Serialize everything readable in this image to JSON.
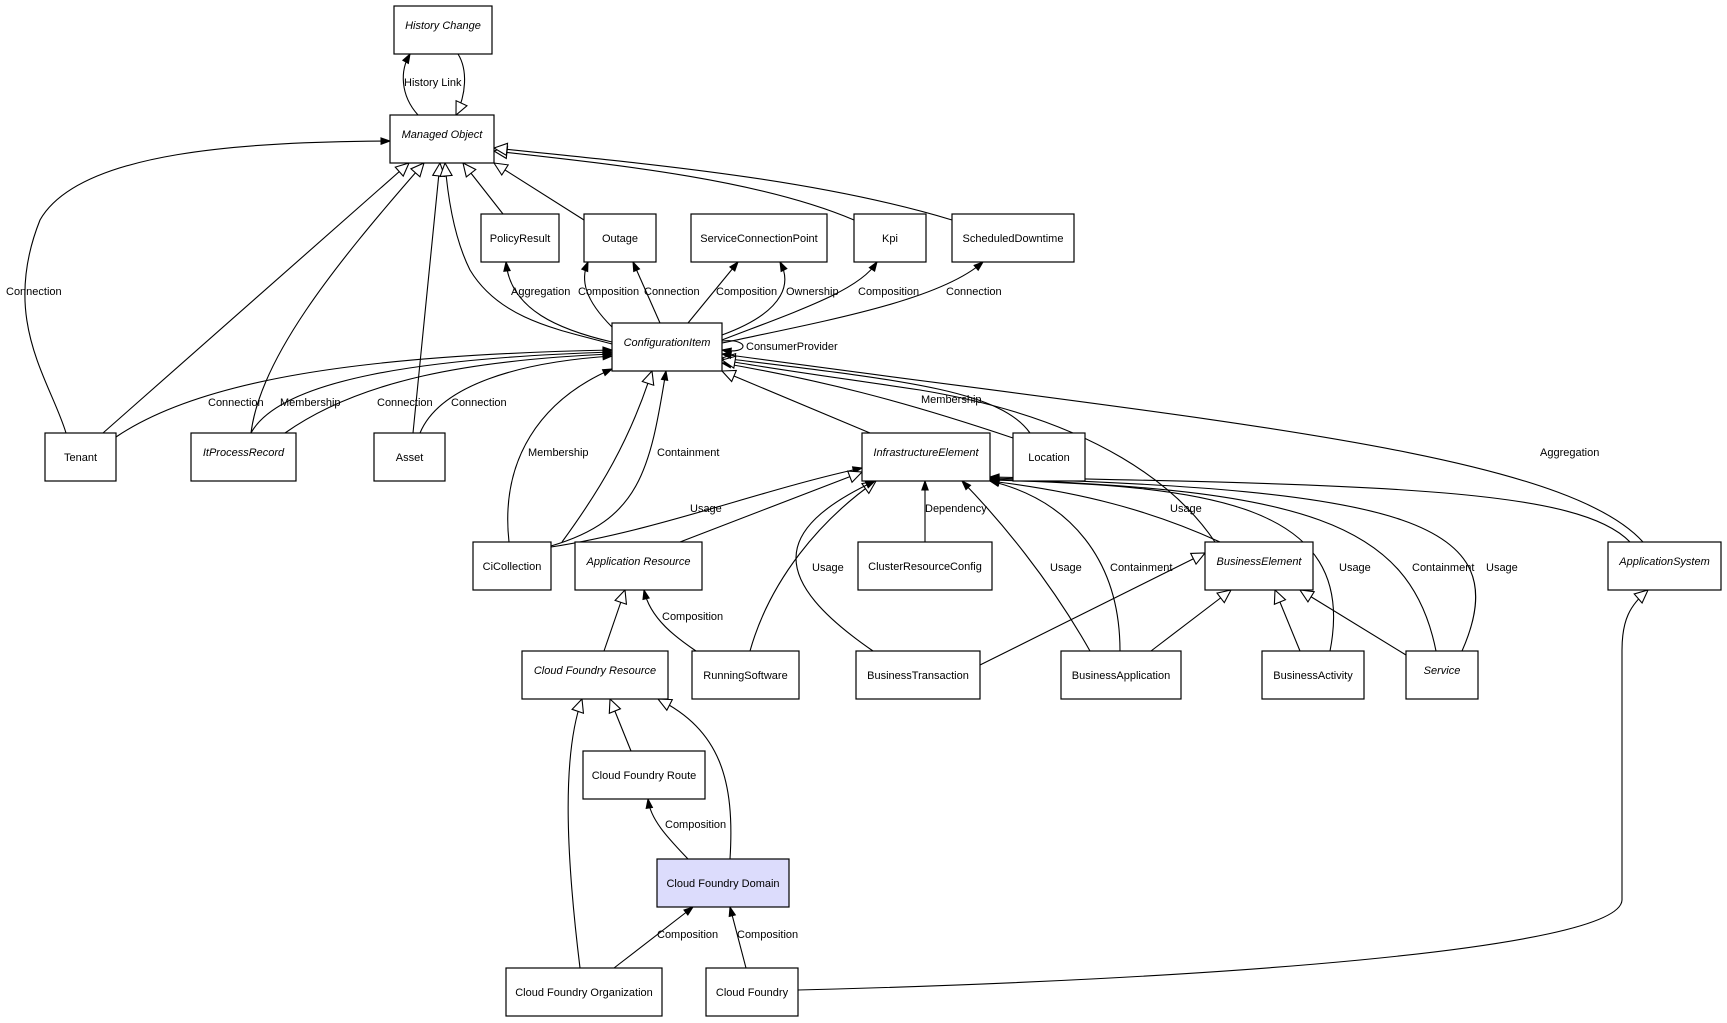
{
  "diagram": {
    "title": "Cloud Foundry Domain class relationships",
    "highlight_color": "#dcdcfc",
    "nodes": [
      {
        "id": "history_change",
        "label": "History Change",
        "abstract": true
      },
      {
        "id": "managed_object",
        "label": "Managed Object",
        "abstract": true
      },
      {
        "id": "policy_result",
        "label": "PolicyResult",
        "abstract": false
      },
      {
        "id": "outage",
        "label": "Outage",
        "abstract": false
      },
      {
        "id": "service_connection_point",
        "label": "ServiceConnectionPoint",
        "abstract": false
      },
      {
        "id": "kpi",
        "label": "Kpi",
        "abstract": false
      },
      {
        "id": "scheduled_downtime",
        "label": "ScheduledDowntime",
        "abstract": false
      },
      {
        "id": "configuration_item",
        "label": "ConfigurationItem",
        "abstract": true
      },
      {
        "id": "tenant",
        "label": "Tenant",
        "abstract": false
      },
      {
        "id": "it_process_record",
        "label": "ItProcessRecord",
        "abstract": true
      },
      {
        "id": "asset",
        "label": "Asset",
        "abstract": false
      },
      {
        "id": "infrastructure_element",
        "label": "InfrastructureElement",
        "abstract": true
      },
      {
        "id": "location",
        "label": "Location",
        "abstract": false
      },
      {
        "id": "ci_collection",
        "label": "CiCollection",
        "abstract": false
      },
      {
        "id": "application_resource",
        "label": "Application Resource",
        "abstract": true
      },
      {
        "id": "cluster_resource_config",
        "label": "ClusterResourceConfig",
        "abstract": false
      },
      {
        "id": "business_element",
        "label": "BusinessElement",
        "abstract": true
      },
      {
        "id": "application_system",
        "label": "ApplicationSystem",
        "abstract": true
      },
      {
        "id": "cf_resource",
        "label": "Cloud Foundry Resource",
        "abstract": true
      },
      {
        "id": "running_software",
        "label": "RunningSoftware",
        "abstract": false
      },
      {
        "id": "business_transaction",
        "label": "BusinessTransaction",
        "abstract": false
      },
      {
        "id": "business_application",
        "label": "BusinessApplication",
        "abstract": false
      },
      {
        "id": "business_activity",
        "label": "BusinessActivity",
        "abstract": false
      },
      {
        "id": "service",
        "label": "Service",
        "abstract": true
      },
      {
        "id": "cf_route",
        "label": "Cloud Foundry Route",
        "abstract": false
      },
      {
        "id": "cf_domain",
        "label": "Cloud Foundry Domain",
        "abstract": false,
        "highlight": true
      },
      {
        "id": "cf_organization",
        "label": "Cloud Foundry Organization",
        "abstract": false
      },
      {
        "id": "cloud_foundry",
        "label": "Cloud Foundry",
        "abstract": false
      }
    ],
    "edges": [
      {
        "from": "managed_object",
        "to": "history_change",
        "type": "association",
        "label": "History Link"
      },
      {
        "from": "history_change",
        "to": "managed_object",
        "type": "inheritance",
        "label": ""
      },
      {
        "from": "tenant",
        "to": "managed_object",
        "type": "association",
        "label": "Connection"
      },
      {
        "from": "tenant",
        "to": "managed_object",
        "type": "inheritance",
        "label": ""
      },
      {
        "from": "it_process_record",
        "to": "managed_object",
        "type": "inheritance",
        "label": ""
      },
      {
        "from": "asset",
        "to": "managed_object",
        "type": "inheritance",
        "label": ""
      },
      {
        "from": "configuration_item",
        "to": "managed_object",
        "type": "inheritance",
        "label": ""
      },
      {
        "from": "policy_result",
        "to": "managed_object",
        "type": "inheritance",
        "label": ""
      },
      {
        "from": "outage",
        "to": "managed_object",
        "type": "inheritance",
        "label": ""
      },
      {
        "from": "kpi",
        "to": "managed_object",
        "type": "inheritance",
        "label": ""
      },
      {
        "from": "scheduled_downtime",
        "to": "managed_object",
        "type": "inheritance",
        "label": ""
      },
      {
        "from": "configuration_item",
        "to": "policy_result",
        "type": "association",
        "label": "Aggregation"
      },
      {
        "from": "configuration_item",
        "to": "outage",
        "type": "association",
        "label": "Composition"
      },
      {
        "from": "configuration_item",
        "to": "outage",
        "type": "association",
        "label": "Connection"
      },
      {
        "from": "configuration_item",
        "to": "service_connection_point",
        "type": "association",
        "label": "Composition"
      },
      {
        "from": "configuration_item",
        "to": "service_connection_point",
        "type": "association",
        "label": "Ownership"
      },
      {
        "from": "configuration_item",
        "to": "kpi",
        "type": "association",
        "label": "Composition"
      },
      {
        "from": "configuration_item",
        "to": "scheduled_downtime",
        "type": "association",
        "label": "Connection"
      },
      {
        "from": "configuration_item",
        "to": "configuration_item",
        "type": "association",
        "label": "ConsumerProvider"
      },
      {
        "from": "tenant",
        "to": "configuration_item",
        "type": "association",
        "label": "Connection"
      },
      {
        "from": "it_process_record",
        "to": "configuration_item",
        "type": "association",
        "label": "Membership"
      },
      {
        "from": "it_process_record",
        "to": "configuration_item",
        "type": "association",
        "label": "Connection"
      },
      {
        "from": "asset",
        "to": "configuration_item",
        "type": "association",
        "label": "Connection"
      },
      {
        "from": "ci_collection",
        "to": "configuration_item",
        "type": "association",
        "label": "Membership"
      },
      {
        "from": "ci_collection",
        "to": "configuration_item",
        "type": "inheritance",
        "label": ""
      },
      {
        "from": "ci_collection",
        "to": "configuration_item",
        "type": "association",
        "label": "Containment"
      },
      {
        "from": "infrastructure_element",
        "to": "configuration_item",
        "type": "inheritance",
        "label": ""
      },
      {
        "from": "location",
        "to": "configuration_item",
        "type": "association",
        "label": "Membership"
      },
      {
        "from": "location",
        "to": "configuration_item",
        "type": "inheritance",
        "label": ""
      },
      {
        "from": "business_element",
        "to": "configuration_item",
        "type": "inheritance",
        "label": ""
      },
      {
        "from": "application_system",
        "to": "configuration_item",
        "type": "association",
        "label": "Aggregation"
      },
      {
        "from": "ci_collection",
        "to": "infrastructure_element",
        "type": "association",
        "label": "Usage"
      },
      {
        "from": "application_resource",
        "to": "infrastructure_element",
        "type": "inheritance",
        "label": ""
      },
      {
        "from": "running_software",
        "to": "infrastructure_element",
        "type": "inheritance",
        "label": ""
      },
      {
        "from": "business_transaction",
        "to": "infrastructure_element",
        "type": "association",
        "label": "Usage"
      },
      {
        "from": "cluster_resource_config",
        "to": "infrastructure_element",
        "type": "association",
        "label": "Dependency"
      },
      {
        "from": "business_application",
        "to": "infrastructure_element",
        "type": "association",
        "label": "Usage"
      },
      {
        "from": "business_application",
        "to": "infrastructure_element",
        "type": "association",
        "label": "Containment"
      },
      {
        "from": "business_element",
        "to": "infrastructure_element",
        "type": "association",
        "label": "Usage"
      },
      {
        "from": "business_activity",
        "to": "infrastructure_element",
        "type": "association",
        "label": "Usage"
      },
      {
        "from": "service",
        "to": "infrastructure_element",
        "type": "association",
        "label": "Containment"
      },
      {
        "from": "service",
        "to": "infrastructure_element",
        "type": "association",
        "label": "Usage"
      },
      {
        "from": "application_system",
        "to": "infrastructure_element",
        "type": "association",
        "label": ""
      },
      {
        "from": "running_software",
        "to": "application_resource",
        "type": "association",
        "label": "Composition"
      },
      {
        "from": "cf_resource",
        "to": "application_resource",
        "type": "inheritance",
        "label": ""
      },
      {
        "from": "business_transaction",
        "to": "business_element",
        "type": "inheritance",
        "label": ""
      },
      {
        "from": "business_application",
        "to": "business_element",
        "type": "inheritance",
        "label": ""
      },
      {
        "from": "business_activity",
        "to": "business_element",
        "type": "inheritance",
        "label": ""
      },
      {
        "from": "service",
        "to": "business_element",
        "type": "inheritance",
        "label": ""
      },
      {
        "from": "cf_route",
        "to": "cf_resource",
        "type": "inheritance",
        "label": ""
      },
      {
        "from": "cf_domain",
        "to": "cf_resource",
        "type": "inheritance",
        "label": ""
      },
      {
        "from": "cf_organization",
        "to": "cf_resource",
        "type": "inheritance",
        "label": ""
      },
      {
        "from": "cf_domain",
        "to": "cf_route",
        "type": "association",
        "label": "Composition"
      },
      {
        "from": "cf_organization",
        "to": "cf_domain",
        "type": "association",
        "label": "Composition"
      },
      {
        "from": "cloud_foundry",
        "to": "cf_domain",
        "type": "association",
        "label": "Composition"
      },
      {
        "from": "cloud_foundry",
        "to": "application_system",
        "type": "inheritance",
        "label": ""
      }
    ]
  }
}
